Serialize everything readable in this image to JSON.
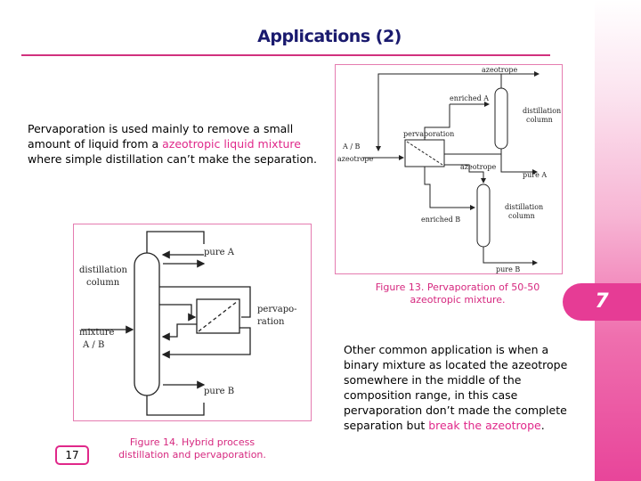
{
  "slide": {
    "title": "Applications (2)",
    "page_number": "17",
    "tab_label": "7"
  },
  "text_left": {
    "part1": "Pervaporation is used mainly to remove a small amount of liquid from a ",
    "highlight": "azeotropic liquid mixture",
    "part2": " where simple distillation can’t make the separation."
  },
  "text_right": {
    "part1": "Other common application is when a binary mixture as located the azeotrope somewhere in the middle of the composition range, in this case pervaporation don’t made the complete separation but ",
    "highlight": "break the azeotrope",
    "part2": "."
  },
  "figure13": {
    "caption": "Figure 13. Pervaporation of 50-50 azeotropic mixture.",
    "labels": {
      "azeotrope_top": "azeotrope",
      "enriched_a": "enriched A",
      "distillation": "distillation",
      "column": "column",
      "pervaporation": "pervaporation",
      "ab": "A / B",
      "azeotrope_left": "azeotrope",
      "azeotrope_mid": "azeotrope",
      "pure_a": "pure A",
      "distillation2": "distillation",
      "column2": "column",
      "enriched_b": "enriched B",
      "pure_b": "pure B"
    }
  },
  "figure14": {
    "caption": "Figure 14.  Hybrid process distillation and pervaporation.",
    "labels": {
      "pure_a": "pure A",
      "distillation": "distillation",
      "column": "column",
      "pervapo": "pervapo-",
      "ration": "ration",
      "mixture": "mixture",
      "ab": "A / B",
      "pure_b": "pure B"
    }
  },
  "colors": {
    "accent": "#e0288a",
    "title": "#1a1a6e"
  }
}
